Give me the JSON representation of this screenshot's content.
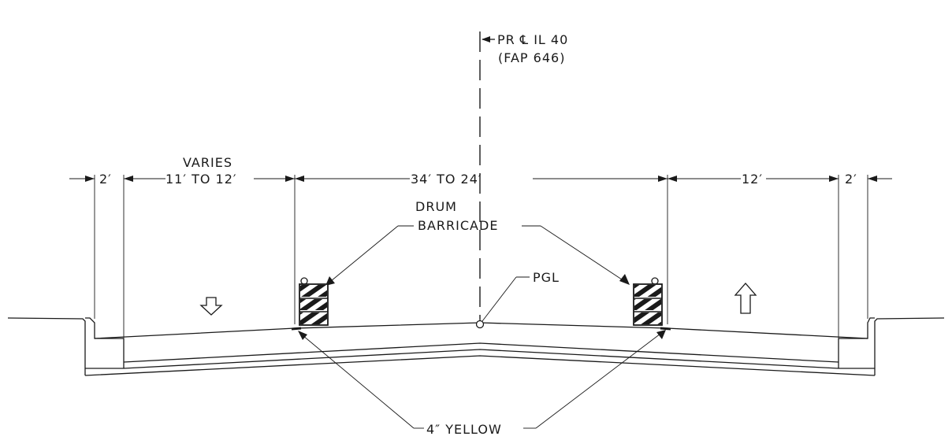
{
  "labels": {
    "centerline_line1": "PR ℄ IL 40",
    "centerline_line2": "(FAP 646)",
    "shoulder_left": "2′",
    "lane_left_top": "VARIES",
    "lane_left": "11′ TO 12′",
    "center_width": "34′ TO 24′",
    "lane_right": "12′",
    "shoulder_right": "2′",
    "drum_line1": "DRUM",
    "drum_line2": "BARRICADE",
    "pgl": "PGL",
    "yellow": "4″ YELLOW"
  },
  "traffic": {
    "left_arrow": "down",
    "right_arrow": "up"
  }
}
